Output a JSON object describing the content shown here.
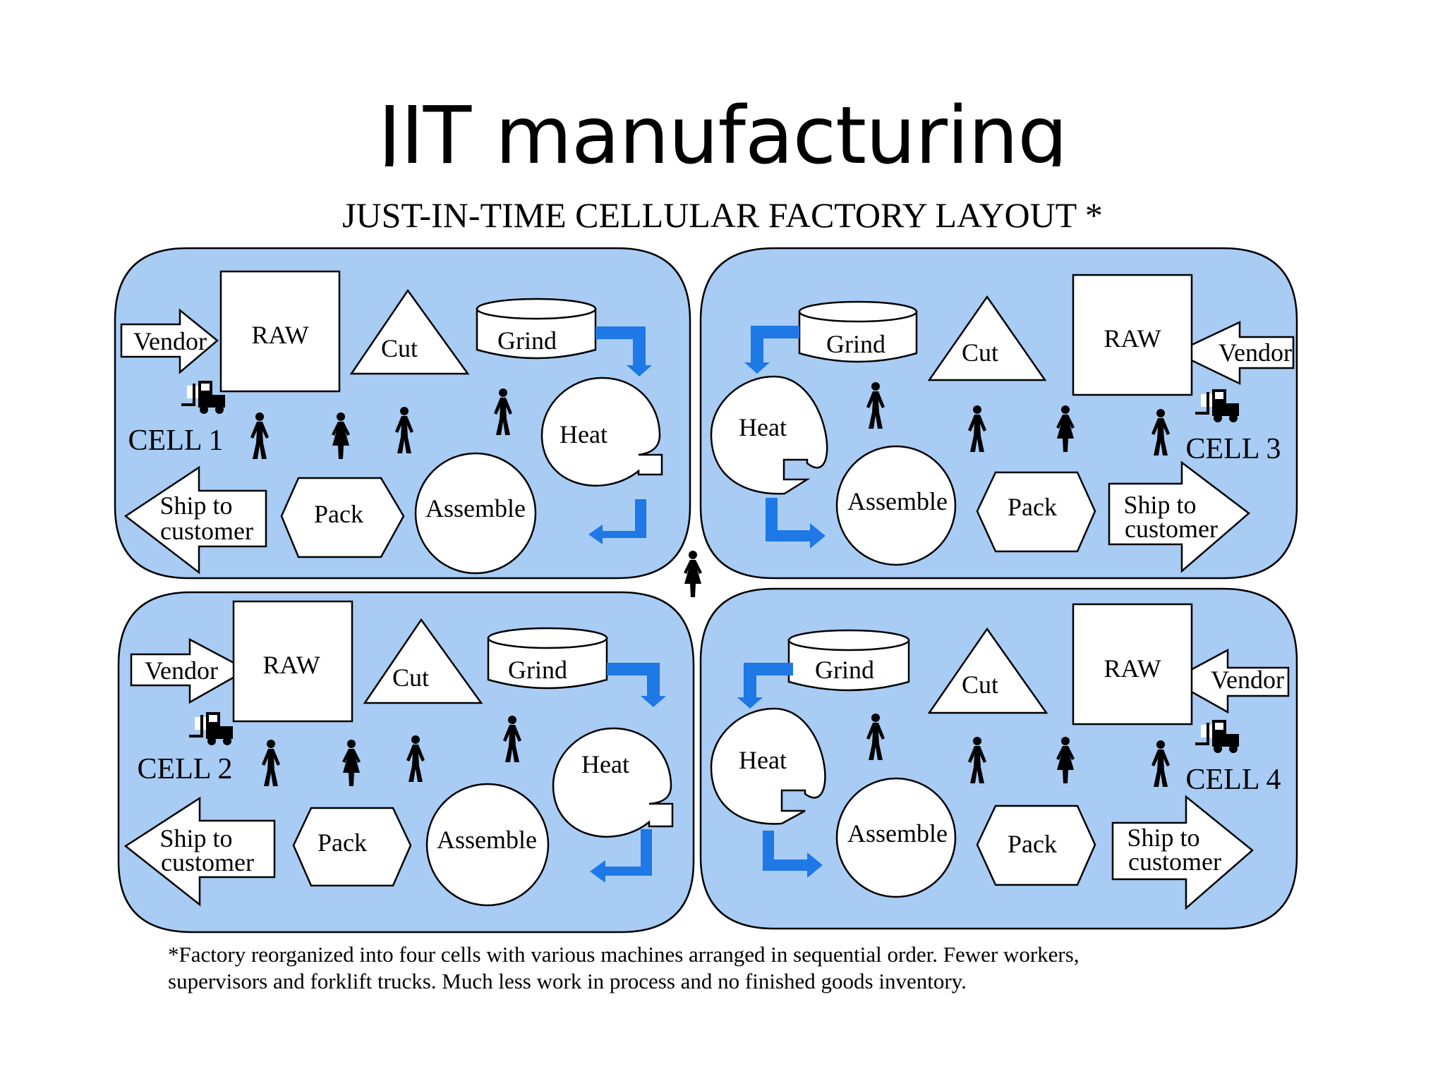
{
  "slide_title": "JIT manufacturing",
  "diagram_title": "JUST-IN-TIME CELLULAR FACTORY LAYOUT *",
  "footnote": [
    "*Factory reorganized into four cells with various machines arranged in sequential order. Fewer workers,",
    "supervisors and forklift trucks. Much less work in process and no finished goods inventory."
  ],
  "stations": {
    "vendor": "Vendor",
    "raw": "RAW",
    "cut": "Cut",
    "grind": "Grind",
    "heat": "Heat",
    "assemble": "Assemble",
    "pack": "Pack",
    "ship_line1": "Ship to",
    "ship_line2": "customer"
  },
  "cells": [
    {
      "label": "CELL 1"
    },
    {
      "label": "CELL 2"
    },
    {
      "label": "CELL 3"
    },
    {
      "label": "CELL 4"
    }
  ],
  "colors": {
    "cell_fill": "#a8ccf4",
    "flow_arrow": "#1e78e6",
    "outline": "#000000",
    "shape_fill": "#ffffff"
  },
  "icons": [
    "forklift-icon",
    "worker-icon"
  ]
}
